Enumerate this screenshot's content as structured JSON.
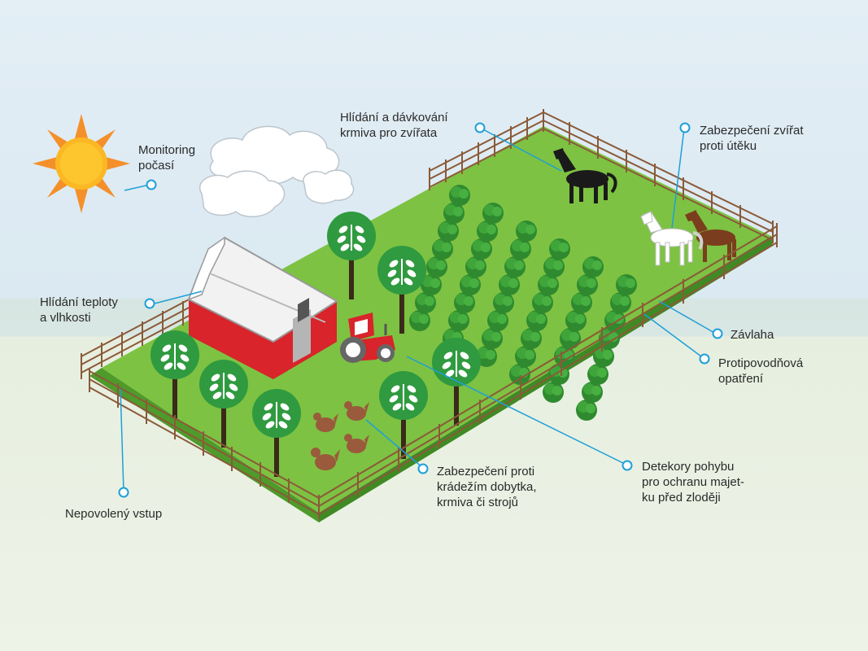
{
  "colors": {
    "accent": "#1f9fd8",
    "field": "#7dc242",
    "field_dark": "#4e9a2a",
    "fence": "#8a5a38",
    "barn_red": "#d8242a",
    "roof": "#f2f2f2",
    "sun": "#f7a51c",
    "tree_green": "#2f9a3f"
  },
  "labels": {
    "weather": "Monitoring\npočasí",
    "feeding": "Hlídání a dávkování\nkrmiva pro zvířata",
    "escape": "Zabezpečení zvířat\nproti útěku",
    "temperature": "Hlídání teploty\na vlhkosti",
    "irrigation": "Závlaha",
    "flood": "Protipovodňová\nopatření",
    "motion": "Detekory pohybu\npro ochranu majet-\nku před zloději",
    "theft": "Zabezpečení proti\nkrádežím dobytka,\nkrmiva či strojů",
    "intrusion": "Nepovolený vstup"
  }
}
